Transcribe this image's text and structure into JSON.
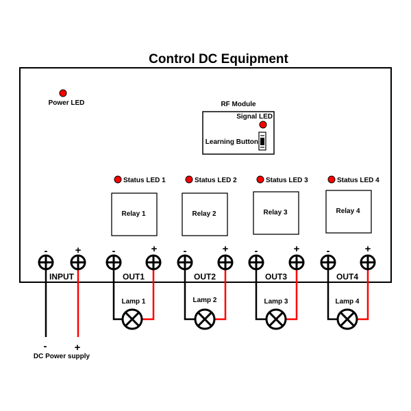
{
  "title": "Control DC Equipment",
  "colors": {
    "led": "#ff0000",
    "positive_wire": "#ff0000",
    "negative_wire": "#000000",
    "outline": "#000000",
    "background": "#ffffff"
  },
  "board": {
    "power_led": {
      "label": "Power LED",
      "icon": "led-indicator"
    },
    "rf_module": {
      "title": "RF Module",
      "signal_led_label": "Signal LED",
      "learning_button_label": "Learning Button"
    },
    "channels": [
      {
        "status_led": "Status LED 1",
        "relay": "Relay 1",
        "port": "OUT1",
        "lamp": "Lamp 1"
      },
      {
        "status_led": "Status LED 2",
        "relay": "Relay 2",
        "port": "OUT2",
        "lamp": "Lamp 2"
      },
      {
        "status_led": "Status LED 3",
        "relay": "Relay 3",
        "port": "OUT3",
        "lamp": "Lamp 3"
      },
      {
        "status_led": "Status LED 4",
        "relay": "Relay 4",
        "port": "OUT4",
        "lamp": "Lamp 4"
      }
    ],
    "input": {
      "label": "INPUT"
    }
  },
  "terminal_signs": {
    "negative": "-",
    "positive": "+"
  },
  "power_supply": {
    "label": "DC Power supply",
    "negative": "-",
    "positive": "+"
  }
}
